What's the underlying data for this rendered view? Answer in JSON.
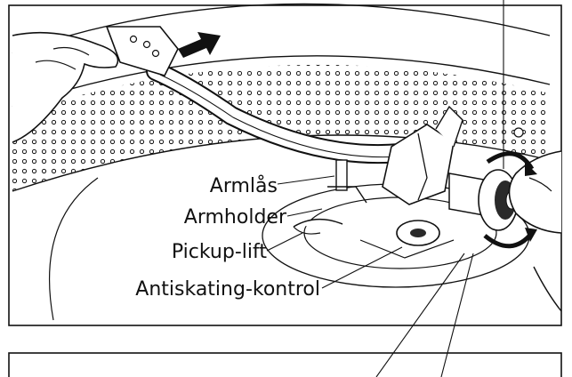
{
  "labels": {
    "arm_lock": "Armlås",
    "arm_rest": "Armholder",
    "cue_lever": "Pickup-lift",
    "anti_skating": "Antiskating-kontrol"
  },
  "colors": {
    "ink": "#111111",
    "paper": "#ffffff",
    "accent_dark": "#2a2a2a"
  },
  "icons": [
    "hand-left-icon",
    "hand-right-icon",
    "motion-arrow-icon",
    "rotate-arrow-icon"
  ]
}
